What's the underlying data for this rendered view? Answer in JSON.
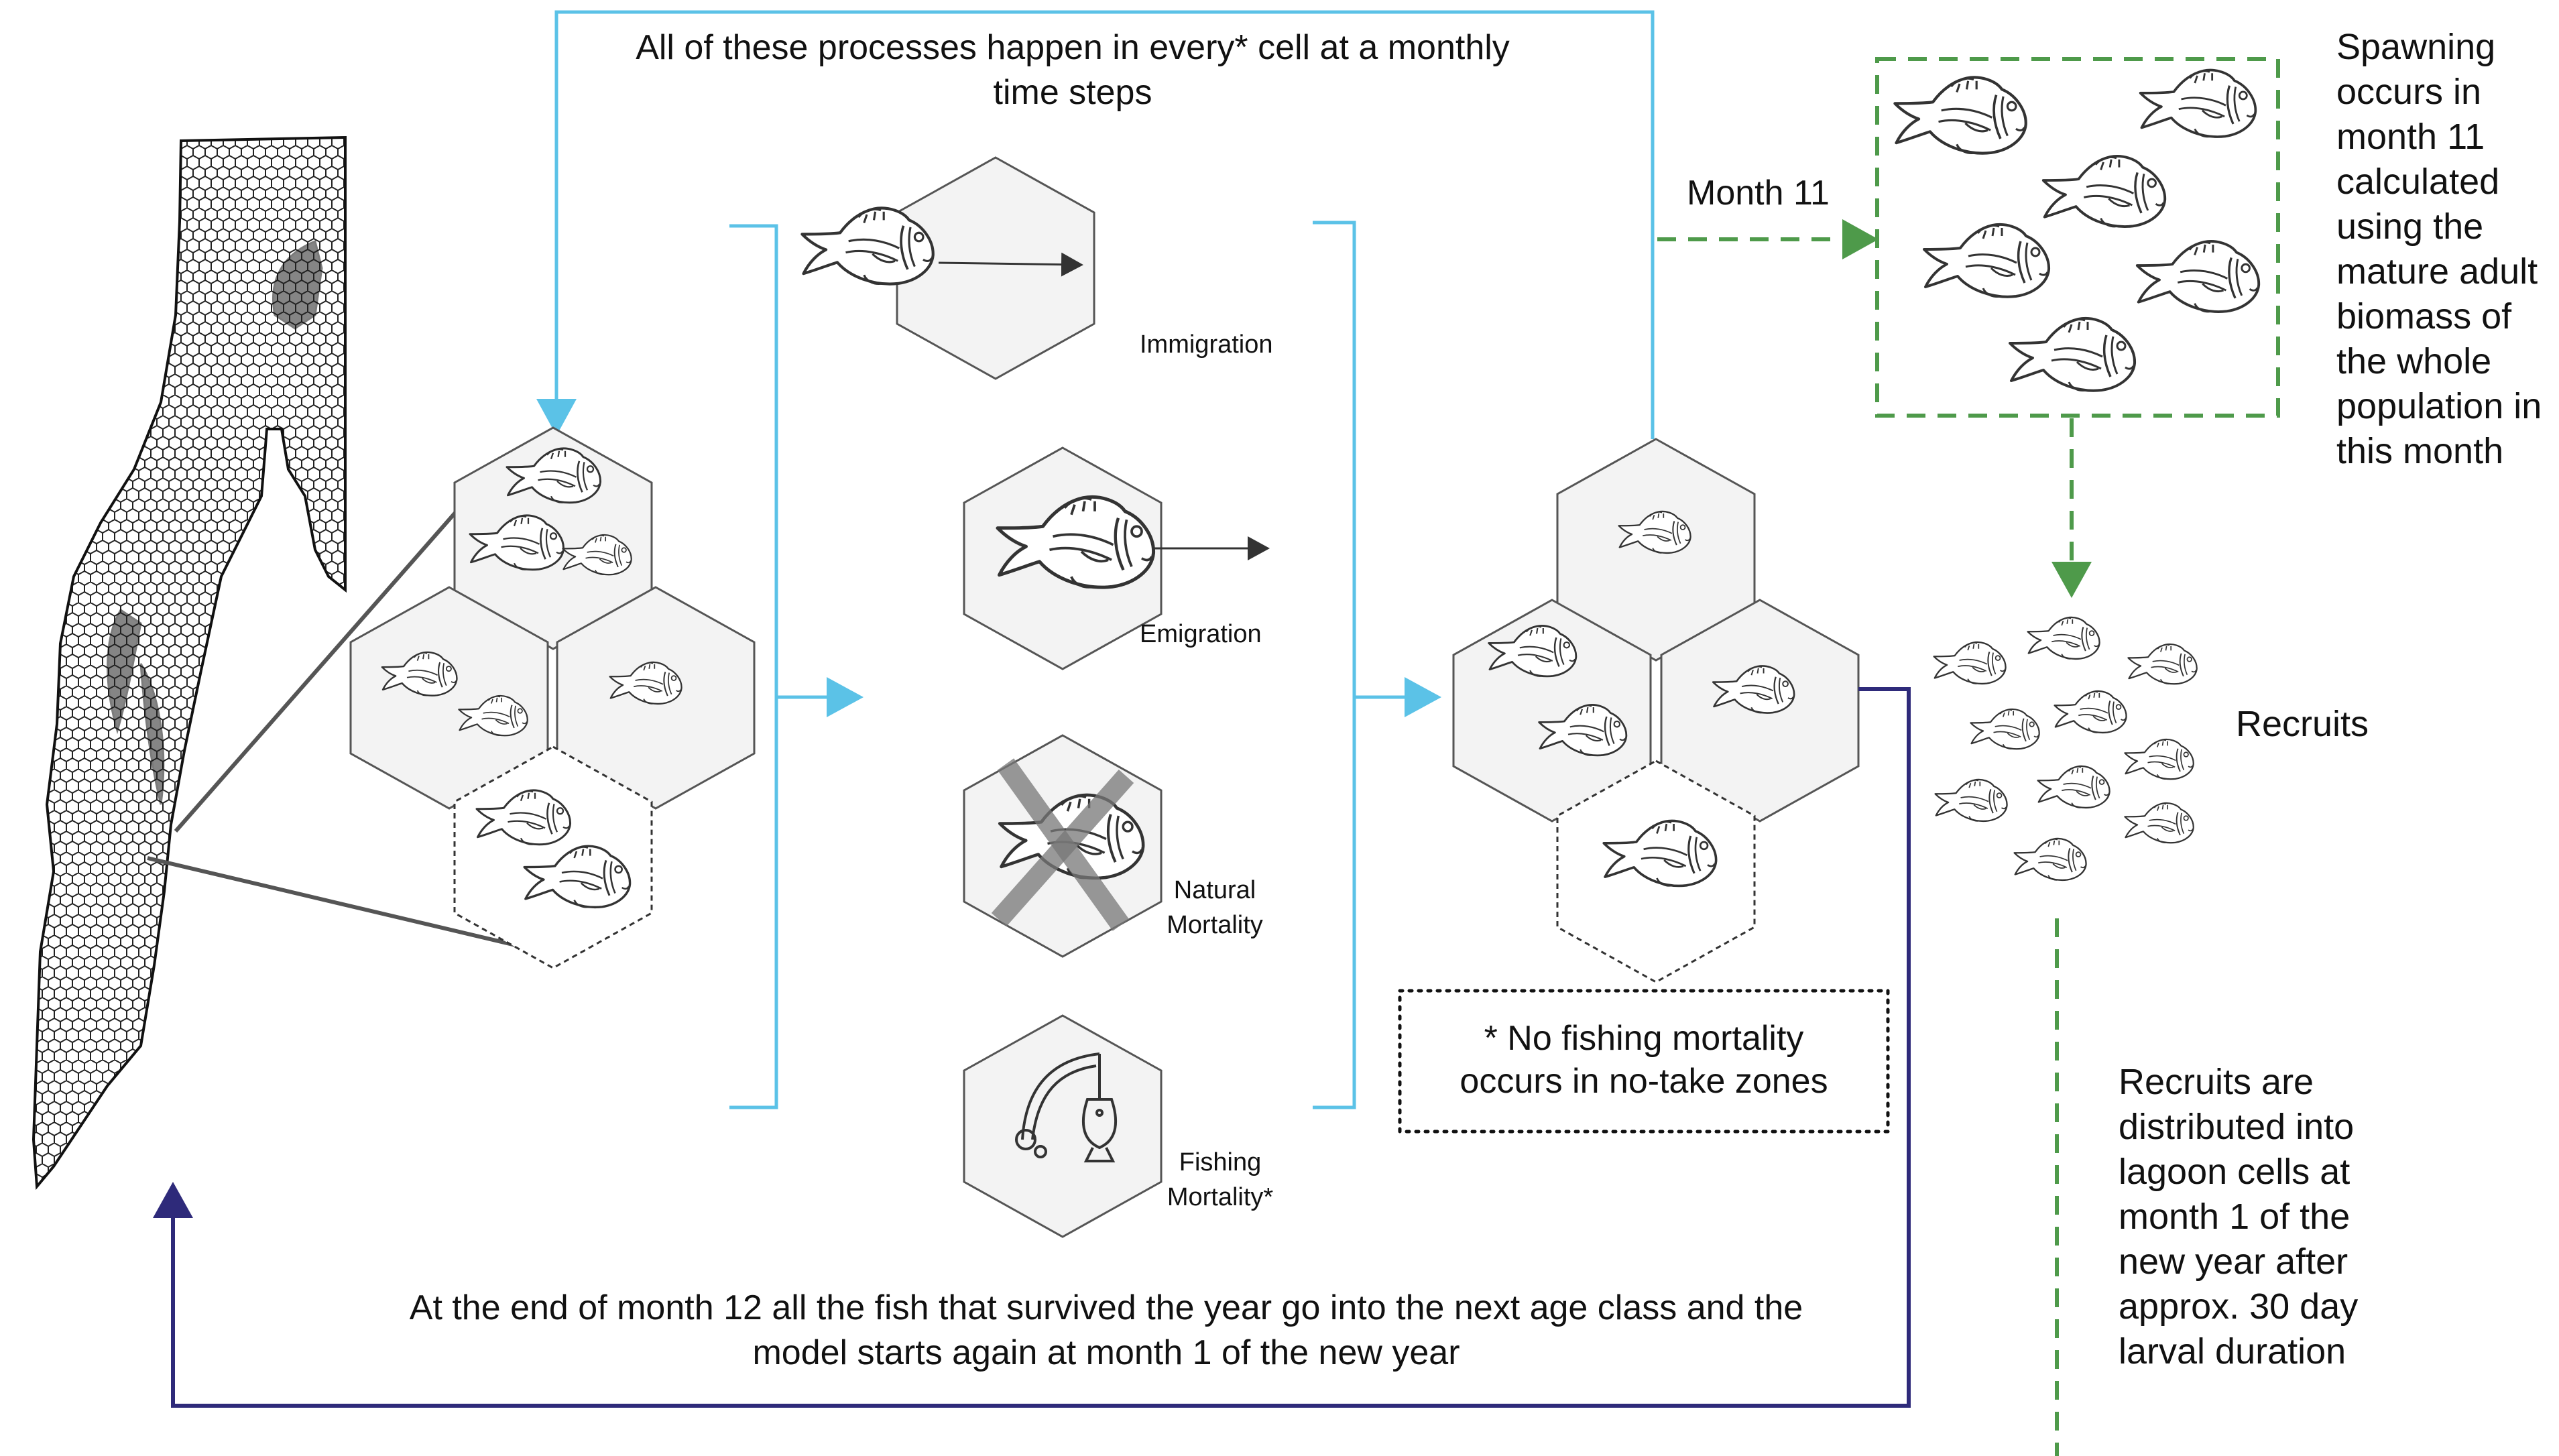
{
  "top_caption": {
    "line1": "All of these processes happen in every* cell at a monthly",
    "line2": "time steps"
  },
  "month_label": "Month 11",
  "spawning_note": {
    "lines": [
      "Spawning",
      "occurs in",
      "month 11",
      "calculated",
      "using the",
      "mature adult",
      "biomass of",
      "the whole",
      "population in",
      "this month"
    ]
  },
  "processes": {
    "immigration": "Immigration",
    "emigration": "Emigration",
    "natural_mortality": [
      "Natural",
      "Mortality"
    ],
    "fishing_mortality": [
      "Fishing",
      "Mortality*"
    ]
  },
  "recruits_label": "Recruits",
  "no_fishing_note": {
    "line1": "* No fishing mortality",
    "line2": "occurs in no-take zones"
  },
  "recruit_distribution_note": {
    "lines": [
      "Recruits are",
      "distributed into",
      "lagoon cells at",
      "month 1 of the",
      "new year after",
      "approx. 30 day",
      "larval duration"
    ]
  },
  "bottom_caption": {
    "line1": "At the end of month 12 all the fish that survived the year go into the next age class and the",
    "line2": "model starts again at month 1 of the new year"
  },
  "colors": {
    "light_blue": "#5bc2e7",
    "dark_blue": "#2e2a7a",
    "green_dashed": "#4e9a4a",
    "hex_fill": "#f3f3f3",
    "hex_stroke": "#555555"
  }
}
